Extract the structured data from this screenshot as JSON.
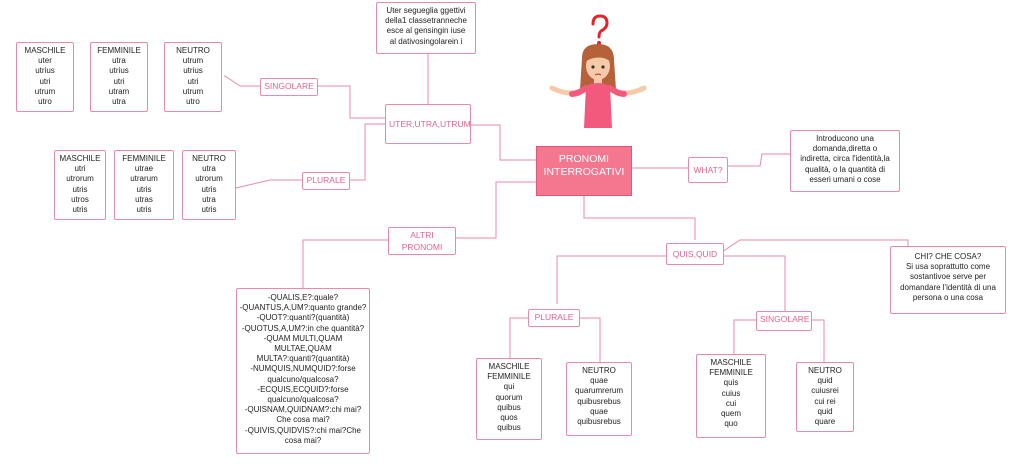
{
  "central": [
    "PRONOMI",
    "INTERROGATIVI"
  ],
  "labels": {
    "uter_utra_utrum": "UTER,UTRA,UTRUM",
    "singolare_top": "SINGOLARE",
    "plurale_top": "PLURALE",
    "what": "WHAT?",
    "altri_pronomi": [
      "ALTRI",
      "PRONOMI"
    ],
    "quis_quid": "QUIS,QUID",
    "plurale_bottom": "PLURALE",
    "singolare_bottom": "SINGOLARE"
  },
  "uter_note": [
    "Uter segueglia ggettivi",
    "della1 classetranneche",
    "esce al gensingin iuse",
    "al dativosingolarein i"
  ],
  "singolare_uter": {
    "maschile": [
      "MASCHILE",
      "uter",
      "utrius",
      "utri",
      "utrum",
      "utro"
    ],
    "femminile": [
      "FEMMINILE",
      "utra",
      "utrius",
      "utri",
      "utram",
      "utra"
    ],
    "neutro": [
      "NEUTRO",
      "utrum",
      "utrius",
      "utri",
      "utrum",
      "utro"
    ]
  },
  "plurale_uter": {
    "maschile": [
      "MASCHILE",
      "utri",
      "utrorum",
      "utris",
      "utros",
      "utris"
    ],
    "femminile": [
      "FEMMINILE",
      "utrae",
      "utrarum",
      "utris",
      "utras",
      "utris"
    ],
    "neutro": [
      "NEUTRO",
      "utra",
      "utrorum",
      "utris",
      "utra",
      "utris"
    ]
  },
  "what_desc": [
    "Introducono una",
    "domanda,diretta o",
    "indiretta, circa l'identità,la",
    "qualità, o la quantità di",
    "esseri umani o cose"
  ],
  "chi_che_cosa": [
    "CHI? CHE COSA?",
    "Si usa soprattutto come",
    "sostantivoe serve per",
    "domandare l'identità di una",
    "persona o una cosa"
  ],
  "altri_list": [
    "-QUALIS,E?:quale?",
    "-QUANTUS,A,UM?:quanto grande?",
    "-QUOT?:quanti?(quantità)",
    "-QUOTUS,A,UM?:in che quantità?",
    "-QUAM MULTI,QUAM",
    "MULTAE,QUAM",
    "MULTA?:quanti?(quantità)",
    "-NUMQUIS,NUMQUID?:forse",
    "qualcuno/qualcosa?",
    "-ECQUIS,ECQUID?:forse",
    "qualcuno/qualcosa?",
    "-QUISNAM,QUIDNAM?:chi mai?",
    "Che cosa mai?",
    "-QUIVIS,QUIDVIS?:chi mai?Che",
    "cosa mai?"
  ],
  "plurale_quis": {
    "masc_femm": [
      "MASCHILE",
      "FEMMINILE",
      "qui",
      "quorum",
      "quibus",
      "quos",
      "quibus"
    ],
    "neutro": [
      "NEUTRO",
      "quae",
      "quarumrerum",
      "quibusrebus",
      "quae",
      "quibusrebus"
    ]
  },
  "singolare_quis": {
    "masc_femm": [
      "MASCHILE",
      "FEMMINILE",
      "quis",
      "cuius",
      "cui",
      "quem",
      "quo"
    ],
    "neutro": [
      "NEUTRO",
      "quid",
      "cuiusrei",
      "cui rei",
      "quid",
      "quare"
    ]
  },
  "colors": {
    "line": "#e88aa8",
    "central_fill": "#f4768f",
    "label_text": "#e0628f",
    "question_mark": "#e3262c"
  },
  "icons": [
    "confused-girl-illustration",
    "question-mark-icon"
  ]
}
